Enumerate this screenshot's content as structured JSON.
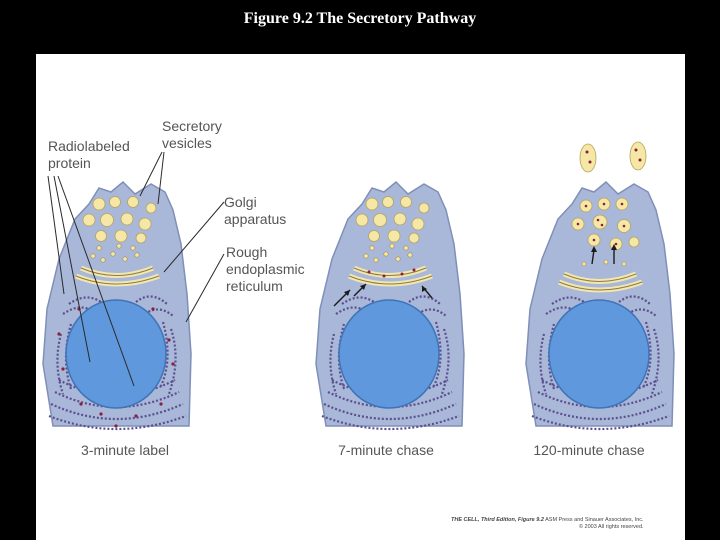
{
  "slide": {
    "title": "Figure 9.2  The Secretory Pathway"
  },
  "labels": {
    "radiolabeled_protein_line1": "Radiolabeled",
    "radiolabeled_protein_line2": "protein",
    "secretory_vesicles_line1": "Secretory",
    "secretory_vesicles_line2": "vesicles",
    "golgi_line1": "Golgi",
    "golgi_line2": "apparatus",
    "rer_line1": "Rough",
    "rer_line2": "endoplasmic",
    "rer_line3": "reticulum"
  },
  "panels": [
    {
      "caption": "3-minute label"
    },
    {
      "caption": "7-minute chase"
    },
    {
      "caption": "120-minute chase"
    }
  ],
  "credit": {
    "line1_bold": "THE CELL, Third Edition, Figure 9.2",
    "line1_rest": "  ASM Press and Sinauer Associates, Inc.",
    "line2": "© 2003 All rights reserved."
  },
  "colors": {
    "cell_fill": "#a9b7d8",
    "cell_stroke": "#7f8fb8",
    "nucleus": "#5f98dc",
    "er_membrane": "#5b4f8f",
    "vesicle": "#f5e7a6",
    "golgi": "#f3e6b0",
    "label_text": "#555555"
  }
}
